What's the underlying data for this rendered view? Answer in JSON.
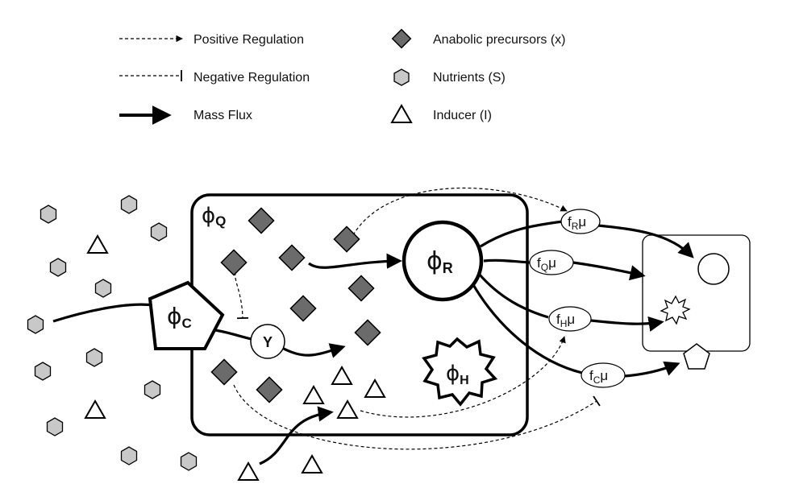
{
  "legend": {
    "positive_regulation": "Positive Regulation",
    "negative_regulation": "Negative Regulation",
    "mass_flux": "Mass Flux",
    "anabolic_precursors": "Anabolic precursors (x)",
    "nutrients": "Nutrients (S)",
    "inducer": "Inducer (I)"
  },
  "nodes": {
    "phi_symbol": "ϕ",
    "q_sub": "Q",
    "r_sub": "R",
    "c_sub": "C",
    "h_sub": "H",
    "y_label": "Y"
  },
  "fluxes": {
    "f": "f",
    "mu": "μ",
    "r_sub": "R",
    "q_sub": "Q",
    "h_sub": "H",
    "c_sub": "C"
  },
  "colors": {
    "diamond_fill": "#6b6b6b",
    "hexagon_fill": "#c8c8c8",
    "stroke": "#000000"
  }
}
